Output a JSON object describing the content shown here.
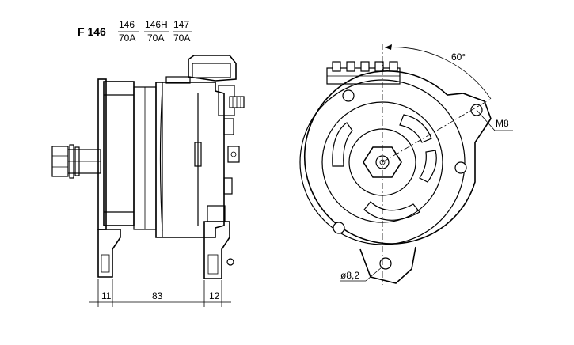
{
  "title": {
    "model": "F 146",
    "variants": [
      {
        "name": "146",
        "current": "70A"
      },
      {
        "name": "146H",
        "current": "70A"
      },
      {
        "name": "147",
        "current": "70A"
      }
    ]
  },
  "dimensions": {
    "flange": "11",
    "body": "83",
    "foot": "12",
    "angle": "60°",
    "thread": "M8",
    "hole": "ø8,2"
  }
}
